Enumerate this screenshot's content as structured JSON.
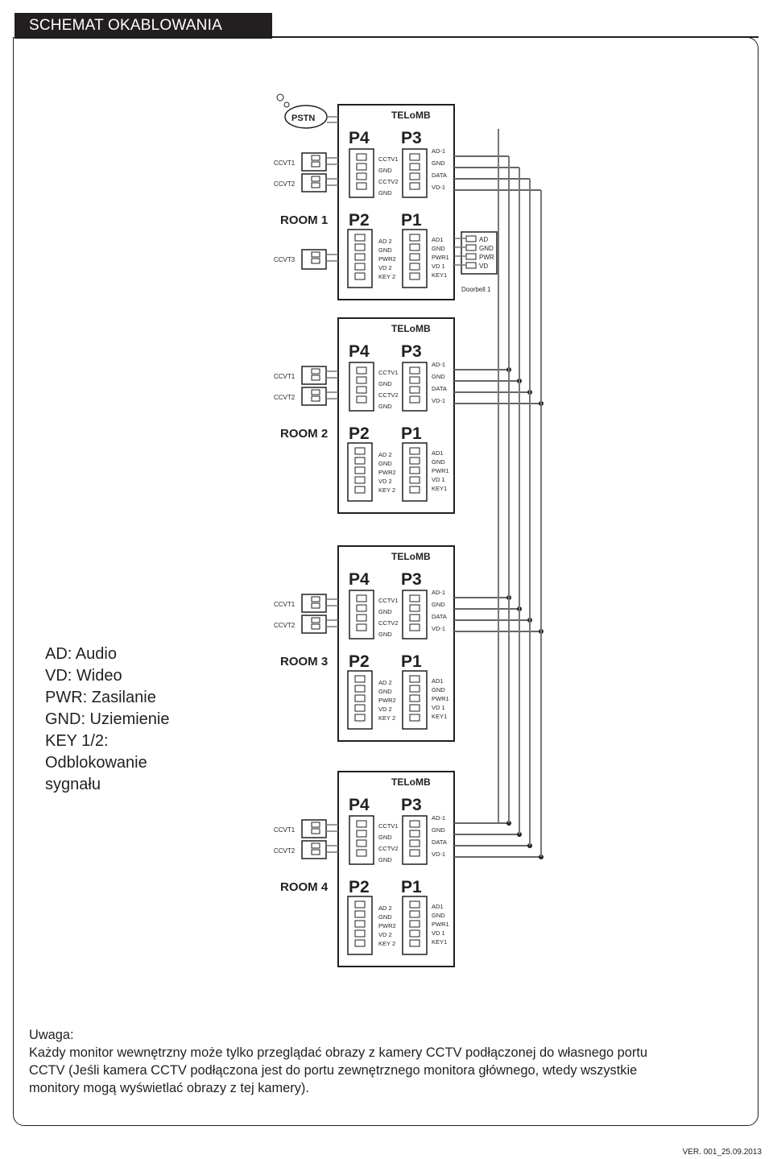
{
  "header": {
    "title": "SCHEMAT OKABLOWANIA"
  },
  "diagram": {
    "top_cloud_label": "PSTN",
    "brand_label": "TELoMB",
    "doorbell_label": "Doorbell 1",
    "doorbell_pins": [
      "AD",
      "GND",
      "PWR",
      "VD"
    ],
    "rooms": [
      {
        "name": "ROOM 1",
        "cctv": [
          "CCVT1",
          "CCVT2",
          "CCVT3"
        ]
      },
      {
        "name": "ROOM 2",
        "cctv": [
          "CCVT1",
          "CCVT2"
        ]
      },
      {
        "name": "ROOM 3",
        "cctv": [
          "CCVT1",
          "CCVT2"
        ]
      },
      {
        "name": "ROOM 4",
        "cctv": [
          "CCVT1",
          "CCVT2"
        ]
      }
    ],
    "ports": {
      "p4": "P4",
      "p3": "P3",
      "p2": "P2",
      "p1": "P1",
      "p4_pins": [
        "CCTV1",
        "GND",
        "CCTV2",
        "GND"
      ],
      "p3_pins": [
        "AD-1",
        "GND",
        "DATA",
        "VD-1"
      ],
      "p2_pins": [
        "AD 2",
        "GND",
        "PWR2",
        "VD 2",
        "KEY 2"
      ],
      "p1_pins": [
        "AD1",
        "GND",
        "PWR1",
        "VD 1",
        "KEY1"
      ]
    }
  },
  "legend": {
    "lines": [
      "AD: Audio",
      "VD: Wideo",
      "PWR: Zasilanie",
      "GND: Uziemienie",
      "KEY 1/2:",
      "Odblokowanie",
      "sygnału"
    ]
  },
  "note": {
    "lines": [
      "Uwaga:",
      "Każdy monitor wewnętrzny może tylko przeglądać obrazy z kamery CCTV podłączonej do własnego portu",
      "CCTV (Jeśli kamera CCTV podłączona jest do portu zewnętrznego monitora głównego, wtedy wszystkie",
      "monitory mogą wyświetlać obrazy z tej kamery)."
    ]
  },
  "footer": {
    "version": "VER. 001_25.09.2013"
  }
}
